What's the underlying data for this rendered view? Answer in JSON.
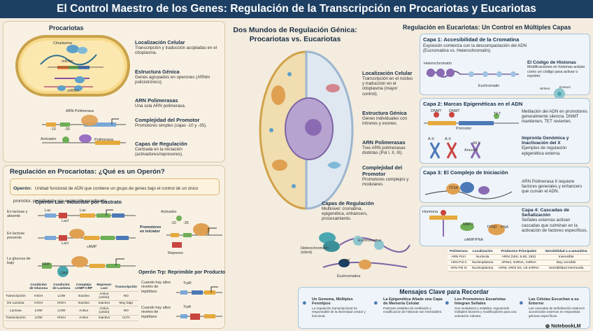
{
  "title": "El Control Maestro de los Genes: Regulación de la Transcripción en Procariotas y Eucariotas",
  "center": {
    "title1": "Dos Mundos de Regulación Génica:",
    "title2": "Procariotas vs. Eucariotas",
    "loc_t": "Localización Celular",
    "loc_d": "Transcripción en el núcleo y traducción en el citoplasma (mayor control).",
    "est_t": "Estructura Génica",
    "est_d": "Genes individuales con intrones y exones.",
    "arn_t": "ARN Polimerasas",
    "arn_d": "Tres ARN polimerasas distintas (Pol I, II, III).",
    "comp_t": "Complejidad del Promotor",
    "comp_d": "Promotores complejos y modulares.",
    "cap_t": "Capas de Regulación",
    "cap_d": "Multinivel: cromatina, epigenética, enhancers, procesamiento.",
    "heterochromatin": "Heterochromatin (silent)",
    "euchromatina": "Euchromatina",
    "euchromatina2": "Euchromatina",
    "tbp": "TBP"
  },
  "prok": {
    "title": "Procariotas",
    "citoplasma": "Citoplasma",
    "mrnm1": "mRNm",
    "mrnm2": "mRNm",
    "loc_t": "Localización Celular",
    "loc_d": "Transcripción y traducción acopladas en el citoplasma.",
    "est_t": "Estructura Génica",
    "est_d": "Genes agrupados en operones (ARNm policistrónico).",
    "pol_t": "ARN Polimerasas",
    "pol_d": "Una sola ARN polimerasa.",
    "pol_label": "ARN Polimerasa",
    "m10": "-10",
    "m35": "-35",
    "comp_t": "Complejidad del Promotor",
    "comp_d": "Promotores simples (cajas -10 y -35).",
    "cap_t": "Capas de Regulación",
    "cap_d": "Centrada en la iniciación (activadores/represores).",
    "activador": "Activador",
    "polimerasa": "Polimerasa"
  },
  "operon": {
    "title": "Regulación en Procariotas: ¿Qué es un Operón?",
    "def_t": "Operón:",
    "def_d": "Unidad funcional de ADN que contiene un grupo de genes bajo el control de un único promotor, permitiendo una expresión coordinada.",
    "lac_title": "Operón Lac: Inducible por Sustrato",
    "row1": "En lactose y absente",
    "row2": "En lactose prevente",
    "row3": "La glucosa de bajo",
    "lac": "Lac",
    "laci": "LacI",
    "camp": "cAMP",
    "crp": "CRP",
    "cbp": "CBP",
    "activador": "Activador",
    "m10": "-10",
    "m35": "-35",
    "prom_t": "Promotores en iniciator",
    "represor": "Represor",
    "trp_title": "Operón Trp: Reprimible por Producto",
    "trp1": "Cuando hay altos niveles de triptófano",
    "trp2": "Cuando hay altos niveles de triptófano",
    "trpr": "TrpR",
    "trpft": "TrpR",
    "trpft2": "Trpft"
  },
  "table": {
    "headers": [
      "",
      "Condición de Glucosa",
      "Condición de Lactosa",
      "Complejo cAMP-CRP",
      "Represor LacI",
      "Transcripción"
    ],
    "rows": [
      [
        "Transcripción",
        "HIGH",
        "LOW",
        "Inactivo",
        "Activo (unido)",
        "NO"
      ],
      [
        "De Lactosa",
        "HIGH",
        "HIGH",
        "Inactivo",
        "Inactivo",
        "Muy baja"
      ],
      [
        "Lactosa",
        "LOW",
        "LOW",
        "Activo",
        "Activo (unido)",
        "NO"
      ],
      [
        "Transcripción",
        "LOW",
        "HIGH",
        "Activo",
        "Inactivo",
        "ALTA"
      ]
    ]
  },
  "euk": {
    "title": "Regulación en Eucariotas: Un Control en Múltiples Capas",
    "c1_t": "Capa 1: Accesibilidad de la Cromatina",
    "c1_d": "Expresión comienza con la descompactación del ADN (Eucromatina vs. Heterochromatin).",
    "heterochromatin": "Heterochromatin",
    "euchromatin": "Euchromatin",
    "code_t": "El Código de Histonas",
    "code_d": "Modificaciones en histonas actúan como un código para activar o reprimir.",
    "writers": "Writers",
    "erasors": "Erasors",
    "wmes": "Wnnes",
    "readers": "Reodrs",
    "c2_t": "Capa 2: Marcas Epigenéticas en el ADN",
    "dnmt1": "DNMT",
    "dnmt2": "DNMT",
    "tet": "TET",
    "promotor": "Promotor",
    "c2_d": "Metilación del ADN en promotores generalmente silencia. DNMT mantienen, TET revierten.",
    "impr_t": "Impronta Genómica y Inactivación del X",
    "impr_d": "Ejemplos de regulación epigenética externa.",
    "axa": "A-X",
    "axb": "A-X",
    "allx": "All X",
    "annoid": "Annoisir",
    "c3_t": "Capa 3: El Complejo de Iniciación",
    "c3_d": "ARN Polimerasa II requiere factores generales y enhancers que curvan el ADN.",
    "tfiia": "TFIIA",
    "hormona": "Hormona",
    "mapx": "MAPX",
    "camp": "cAMP/PNA",
    "tpnd": "TPND",
    "pna": "PNA",
    "c4_t": "Capa 4: Cascadas de Señalización",
    "c4_d": "Señales externas activan cascadas que culminan en la activación de factores específicos."
  },
  "pol_table": {
    "headers": [
      "Polimerasa",
      "Localización",
      "Productos Principales",
      "Sensibilidad a a-amanitina"
    ],
    "rows": [
      [
        "ARN Pol I",
        "Nucleola",
        "ARNr (18S, 5.8S, 28S)",
        "Insensible"
      ],
      [
        "ARN Pol II",
        "Nucleoplasma",
        "ARNm, snRNA, miRNA",
        "Muy cencible"
      ],
      [
        "ARN Pol III",
        "Nucleoplasma",
        "ARNt, ARNr 5S, U6 snRNA",
        "Sensibilidad intermedia"
      ]
    ]
  },
  "keys": {
    "title": "Mensajes Clave para Recordar",
    "k1_t": "Un Genoma, Múltiples Fenotipos",
    "k1_d": "La regulación transcripcional es responsable de la diversidad celular y funcional.",
    "k2_t": "La Epigenética Añade una Capa de Memoria Celular",
    "k2_d": "Patrones estables de metilación y modificación de histonas son heredables.",
    "k3_t": "Los Promotores Eucariotas Integran Señales",
    "k3_d": "Son modulares y estables, reguniendo múltiples factores y modificadores para una activación robusta.",
    "k4_t": "Las Células Escuchan a su Entorno",
    "k4_d": "Las cascadas de señalización traducen acontecidos externos en respuestas génicas específicas."
  },
  "notebook": "NotebookLM",
  "colors": {
    "header": "#1d3f63",
    "panel": "#f8f1e3",
    "blue": "#eef4f9",
    "accent": "#1a2e44"
  }
}
